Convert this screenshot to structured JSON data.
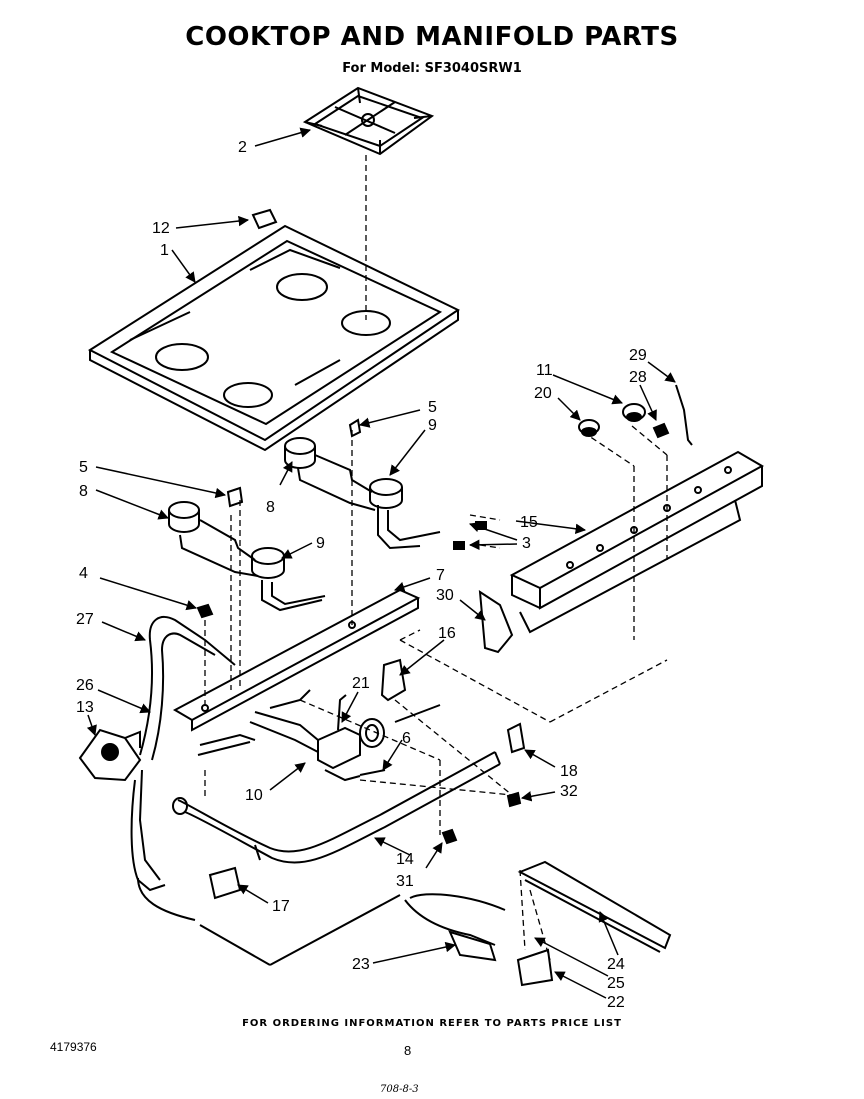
{
  "title": "COOKTOP AND MANIFOLD PARTS",
  "subtitle": "For Model: SF3040SRW1",
  "callouts": {
    "c1": "1",
    "c2": "2",
    "c3": "3",
    "c4": "4",
    "c5a": "5",
    "c5b": "5",
    "c6": "6",
    "c7": "7",
    "c8a": "8",
    "c8b": "8",
    "c9a": "9",
    "c9b": "9",
    "c10": "10",
    "c11": "11",
    "c12": "12",
    "c13": "13",
    "c14": "14",
    "c15": "15",
    "c16": "16",
    "c17": "17",
    "c18": "18",
    "c20": "20",
    "c21": "21",
    "c22": "22",
    "c23": "23",
    "c24": "24",
    "c25": "25",
    "c26": "26",
    "c27": "27",
    "c28": "28",
    "c29": "29",
    "c30": "30",
    "c31": "31",
    "c32": "32"
  },
  "footer": "FOR ORDERING INFORMATION REFER TO PARTS PRICE LIST",
  "doc_number": "4179376",
  "page_number": "8",
  "code": "708-8-3"
}
